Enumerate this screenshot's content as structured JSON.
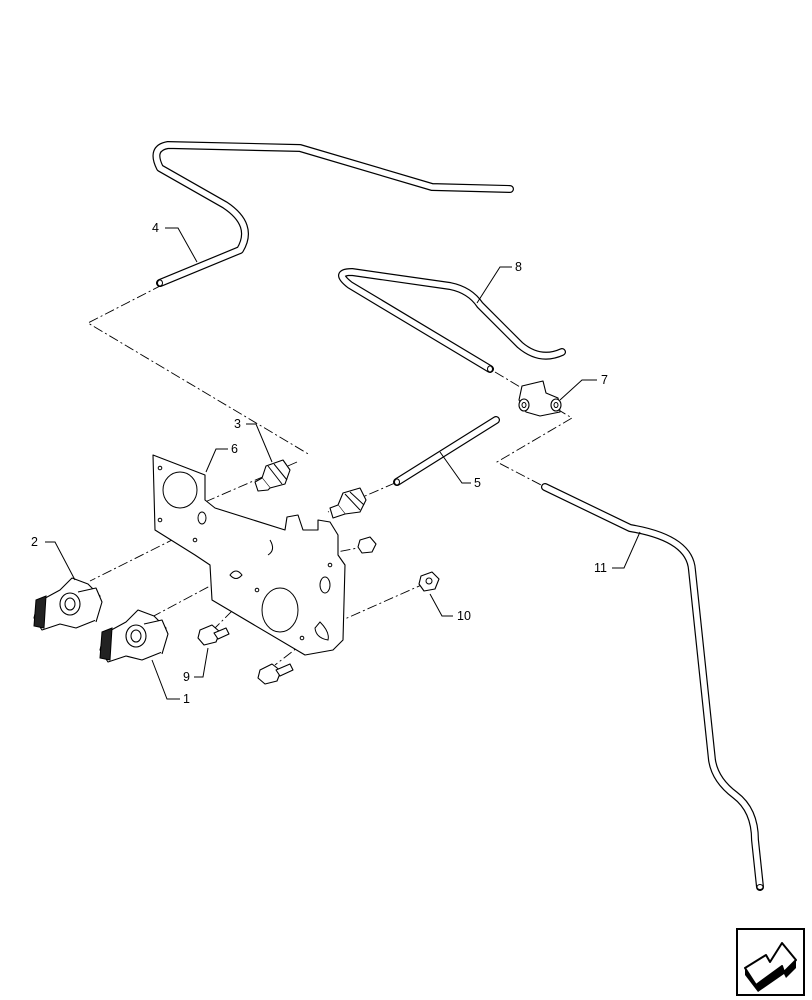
{
  "diagram": {
    "callouts": {
      "c1": "1",
      "c2": "2",
      "c3": "3",
      "c4": "4",
      "c5": "5",
      "c6": "6",
      "c7": "7",
      "c8": "8",
      "c9": "9",
      "c10": "10",
      "c11": "11"
    },
    "nav_icon": "next-page-arrow-icon"
  }
}
